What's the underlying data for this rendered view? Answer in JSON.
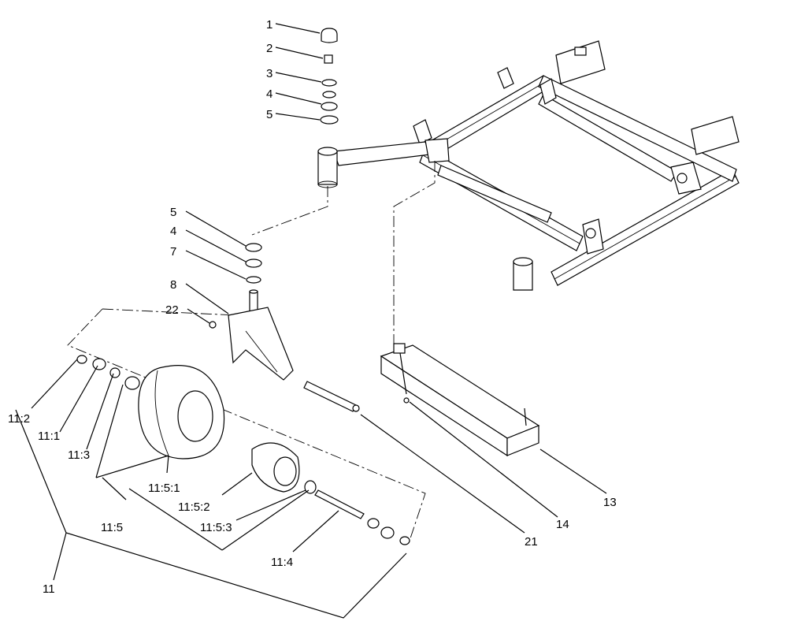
{
  "callouts": {
    "c1": "1",
    "c2": "2",
    "c3": "3",
    "c4a": "4",
    "c5a": "5",
    "c5b": "5",
    "c4b": "4",
    "c7": "7",
    "c8": "8",
    "c22": "22",
    "c11_2": "11:2",
    "c11_1": "11:1",
    "c11_3": "11:3",
    "c11_5_1": "11:5:1",
    "c11_5_2": "11:5:2",
    "c11_5_3": "11:5:3",
    "c11_5": "11:5",
    "c11_4": "11:4",
    "c11": "11",
    "c13": "13",
    "c14": "14",
    "c21": "21"
  }
}
